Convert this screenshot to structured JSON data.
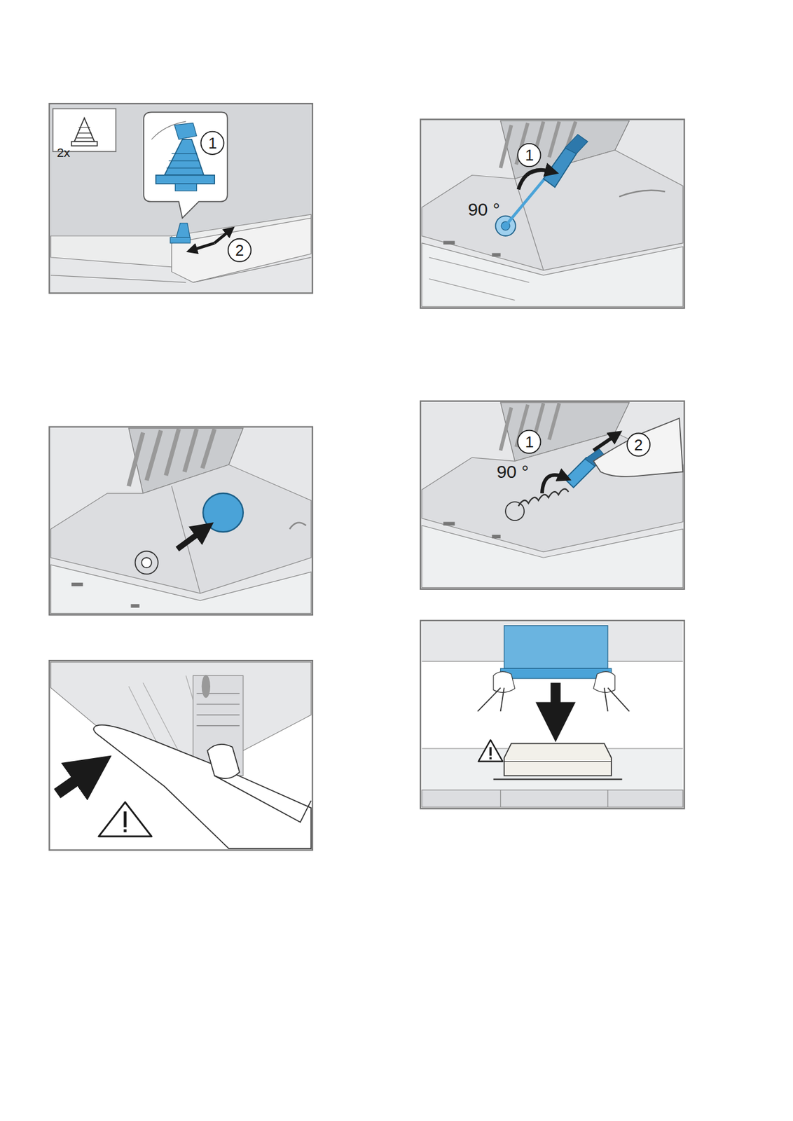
{
  "diagram": {
    "labels": [
      "2x",
      "1",
      "2",
      "1",
      "90 °",
      "1",
      "2",
      "90 °"
    ]
  }
}
